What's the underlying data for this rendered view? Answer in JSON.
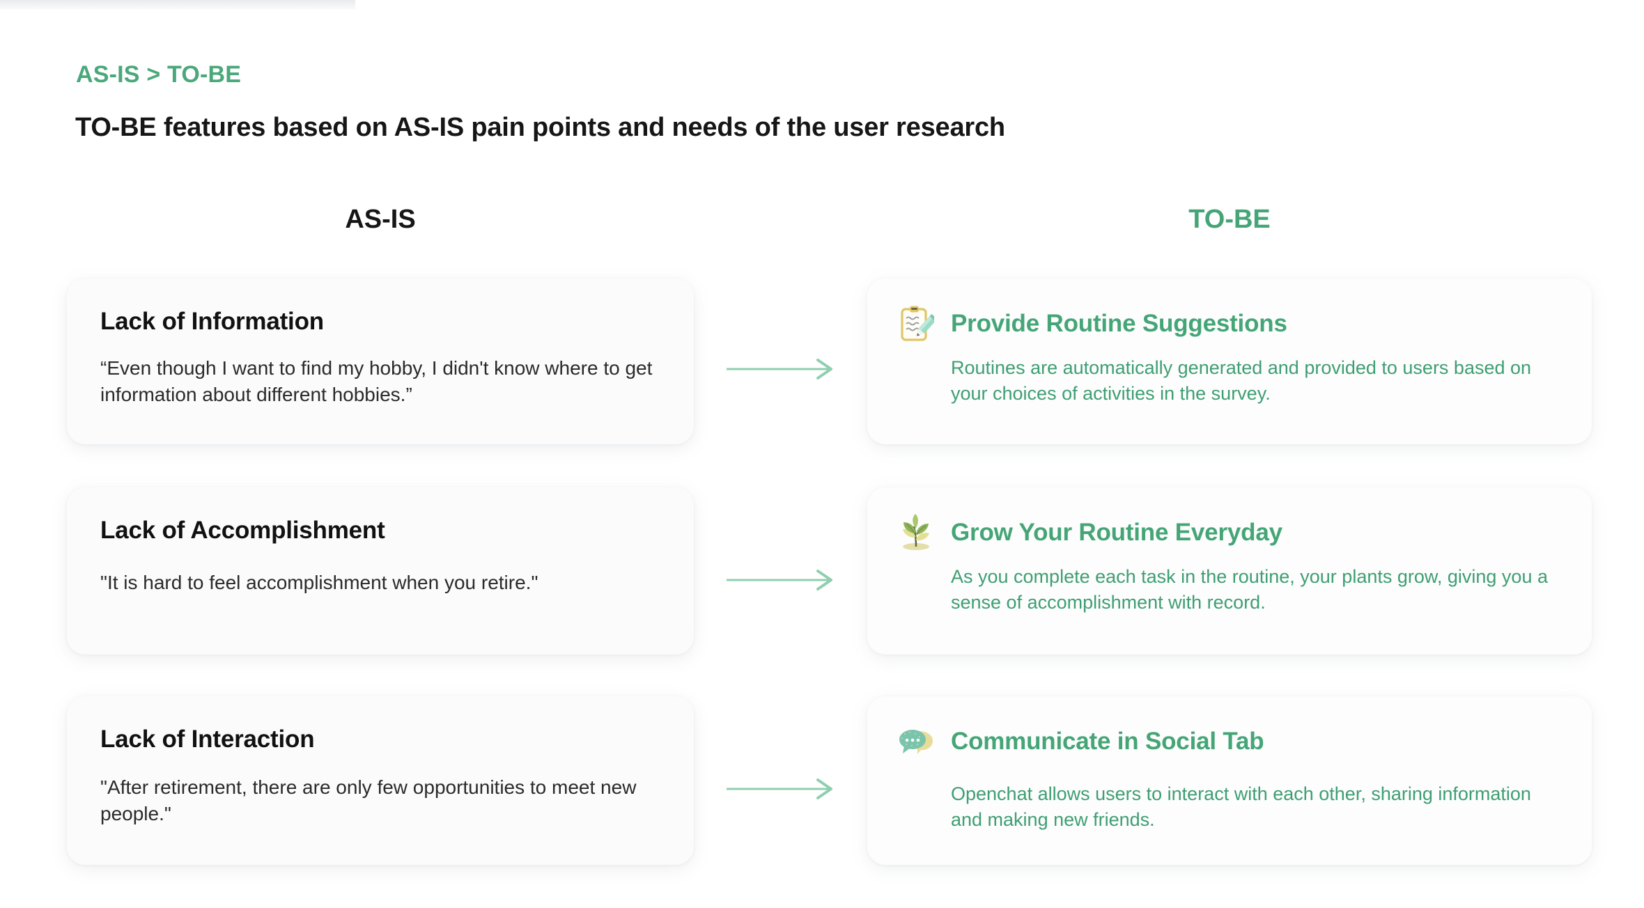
{
  "theme": {
    "green_accent": "#45A577",
    "green_body": "#3E9E73",
    "heading_dark": "#161616",
    "card_bg_asis": "#fbfbfb",
    "card_bg_tobe": "#fcfdfc",
    "page_bg": "#ffffff"
  },
  "header": {
    "eyebrow": "AS-IS > TO-BE",
    "headline": "TO-BE features based on AS-IS pain points and needs of the user research"
  },
  "columns": {
    "left_label": "AS-IS",
    "right_label": "TO-BE"
  },
  "rows": [
    {
      "asis": {
        "title": "Lack of Information",
        "quote": "“Even though I want to find my hobby, I didn't know where to get information about different hobbies.”"
      },
      "arrow": {
        "icon": "arrow-right-icon"
      },
      "tobe": {
        "icon": "clipboard-pencil-icon",
        "title": "Provide Routine Suggestions",
        "description": "Routines are automatically generated and provided to users based on your choices of activities in the survey."
      }
    },
    {
      "asis": {
        "title": "Lack of Accomplishment",
        "quote": "\"It is hard to feel accomplishment when you retire.\""
      },
      "arrow": {
        "icon": "arrow-right-icon"
      },
      "tobe": {
        "icon": "seedling-icon",
        "title": "Grow Your Routine Everyday",
        "description": "As you complete each task in the routine, your plants grow, giving you a sense of accomplishment with record."
      }
    },
    {
      "asis": {
        "title": "Lack of Interaction",
        "quote": "\"After retirement, there are only few opportunities to meet new people.\""
      },
      "arrow": {
        "icon": "arrow-right-icon"
      },
      "tobe": {
        "icon": "speech-balloons-icon",
        "title": "Communicate in Social Tab",
        "description": "Openchat allows users to interact with each other, sharing information and making new friends."
      }
    }
  ]
}
